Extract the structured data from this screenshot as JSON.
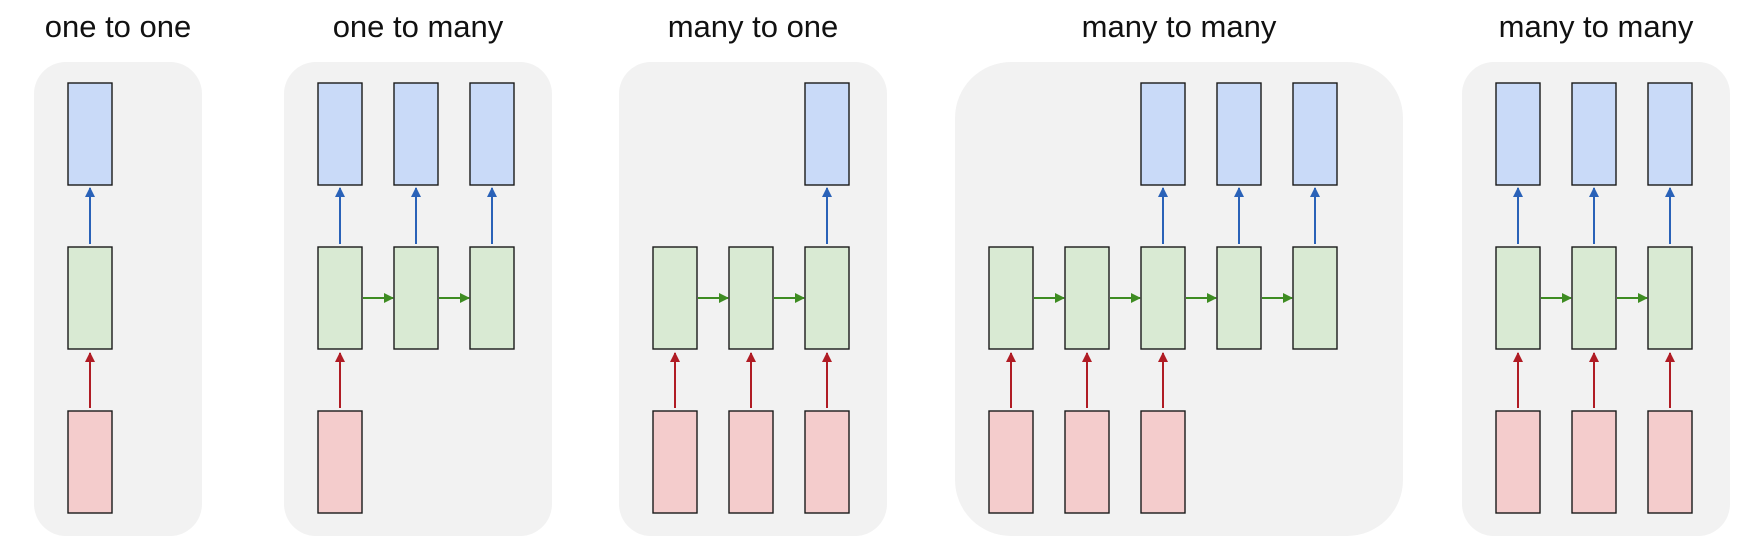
{
  "colors": {
    "panel_background": "#f2f2f2",
    "input_fill": "#f4cccc",
    "hidden_fill": "#d9ead3",
    "output_fill": "#c9daf8",
    "box_stroke": "#1a1a1a",
    "input_to_hidden_arrow": "#b01c24",
    "hidden_to_hidden_arrow": "#3e8c22",
    "hidden_to_output_arrow": "#2a62b8"
  },
  "panels": [
    {
      "title": "one to one",
      "inputs": [
        true
      ],
      "hidden": [
        true
      ],
      "outputs": [
        true
      ]
    },
    {
      "title": "one to many",
      "inputs": [
        true,
        false,
        false
      ],
      "hidden": [
        true,
        true,
        true
      ],
      "outputs": [
        true,
        true,
        true
      ]
    },
    {
      "title": "many to one",
      "inputs": [
        true,
        true,
        true
      ],
      "hidden": [
        true,
        true,
        true
      ],
      "outputs": [
        false,
        false,
        true
      ]
    },
    {
      "title": "many to many",
      "inputs": [
        true,
        true,
        true,
        false,
        false
      ],
      "hidden": [
        true,
        true,
        true,
        true,
        true
      ],
      "outputs": [
        false,
        false,
        true,
        true,
        true
      ]
    },
    {
      "title": "many to many",
      "inputs": [
        true,
        true,
        true
      ],
      "hidden": [
        true,
        true,
        true
      ],
      "outputs": [
        true,
        true,
        true
      ]
    }
  ]
}
